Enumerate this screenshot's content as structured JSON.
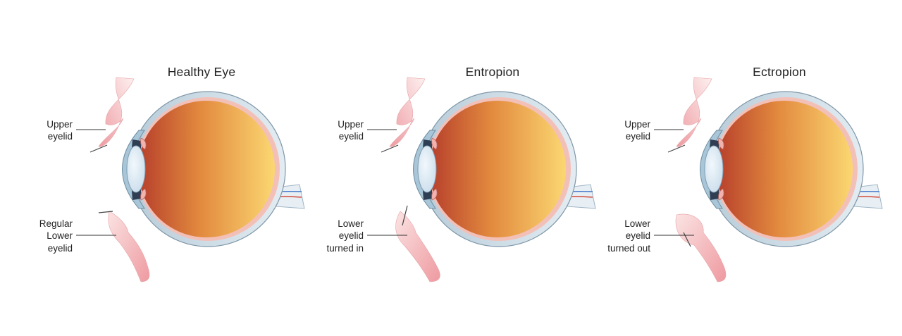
{
  "panels": [
    {
      "id": "healthy",
      "title": "Healthy Eye",
      "upper_label": [
        "Upper",
        "eyelid"
      ],
      "lower_label": [
        "Regular",
        "Lower",
        "eyelid"
      ],
      "lower_state": "regular"
    },
    {
      "id": "entropion",
      "title": "Entropion",
      "upper_label": [
        "Upper",
        "eyelid"
      ],
      "lower_label": [
        "Lower",
        "eyelid",
        "turned in"
      ],
      "lower_state": "turned-in"
    },
    {
      "id": "ectropion",
      "title": "Ectropion",
      "upper_label": [
        "Upper",
        "eyelid"
      ],
      "lower_label": [
        "Lower",
        "eyelid",
        "turned out"
      ],
      "lower_state": "turned-out"
    }
  ],
  "colors": {
    "globe_left": "#c2492f",
    "globe_mid": "#e2893e",
    "globe_right": "#fbd771",
    "sclera": "#c8d6e0",
    "lens": "#dceaf4",
    "cornea": "#a9c7da",
    "eyelid": "#f1a7a7",
    "eyelid_dark": "#e07f86",
    "text": "#222222"
  }
}
